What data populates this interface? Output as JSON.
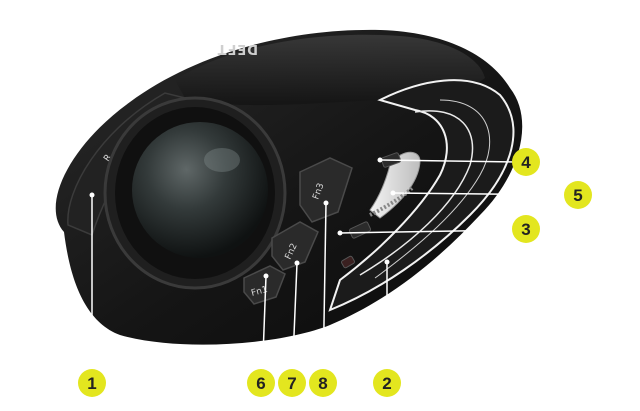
{
  "device": {
    "logo": "DEFT",
    "buttons": {
      "right_button_label": "R",
      "fn1_label": "Fn1",
      "fn2_label": "Fn2",
      "fn3_label": "Fn3"
    }
  },
  "callouts": {
    "c1": "1",
    "c2": "2",
    "c3": "3",
    "c4": "4",
    "c5": "5",
    "c6": "6",
    "c7": "7",
    "c8": "8"
  },
  "colors": {
    "callout_fill": "#e3e61f",
    "leader_line": "#ffffff",
    "body_dark": "#141414",
    "ball": "#2f3535"
  }
}
